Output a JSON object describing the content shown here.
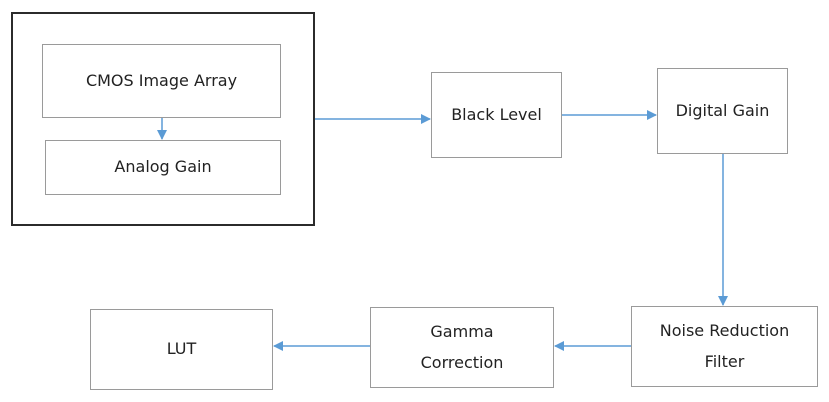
{
  "diagram": {
    "colors": {
      "arrow": "#5b9bd5",
      "box_border": "#9a9a9a",
      "outer_border": "#2b2b2b",
      "text": "#222222"
    },
    "sensor_group": {
      "cmos_image_array": "CMOS Image Array",
      "analog_gain": "Analog Gain"
    },
    "black_level": "Black Level",
    "digital_gain": "Digital Gain",
    "noise_reduction_filter": "Noise Reduction\nFilter",
    "gamma_correction": "Gamma\nCorrection",
    "lut": "LUT"
  }
}
